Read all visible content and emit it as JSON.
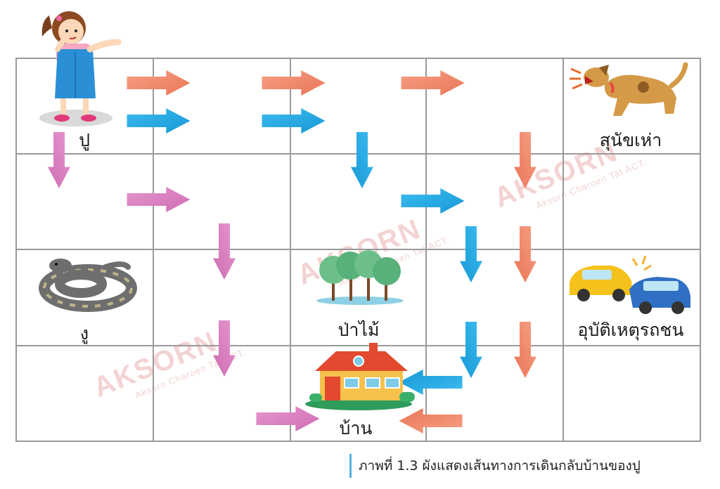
{
  "labels": {
    "start": "ปู",
    "dog": "สุนัขเห่า",
    "snake": "งู",
    "forest": "ป่าไม้",
    "accident": "อุบัติเหตุรถชน",
    "home": "บ้าน"
  },
  "caption": "ภาพที่ 1.3  ผังแสดงเส้นทางการเดินกลับบ้านของปู",
  "watermark": {
    "brand": "AKSORN",
    "sub": "Aksorn Charoen Tat ACT."
  },
  "icons": {
    "girl": "girl-icon",
    "dog": "barking-dog-icon",
    "snake": "snake-icon",
    "forest": "forest-trees-icon",
    "accident": "car-crash-icon",
    "home": "house-icon"
  },
  "colors": {
    "orange_path": "#f0876b",
    "blue_path": "#29a9e1",
    "pink_path": "#d97bbf",
    "grid_line": "#9a9a9a"
  }
}
